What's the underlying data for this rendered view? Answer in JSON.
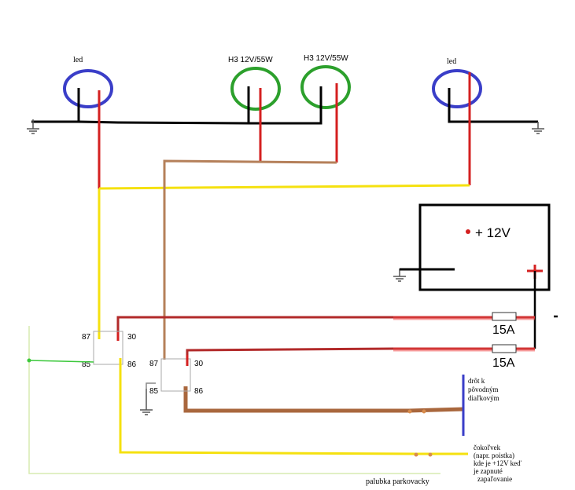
{
  "lamps": {
    "left_led": "led",
    "h3_left": "H3 12V/55W",
    "h3_right": "H3 12V/55W",
    "right_led": "led"
  },
  "battery": {
    "label": "+ 12V"
  },
  "fuses": {
    "top": "15A",
    "bottom": "15A"
  },
  "relay_left": {
    "pin87": "87",
    "pin30": "30",
    "pin85": "85",
    "pin86": "86"
  },
  "relay_right": {
    "pin87": "87",
    "pin30": "30",
    "pin85": "85",
    "pin86": "86"
  },
  "notes": {
    "highbeam_line1": "drôt k",
    "highbeam_line2": "pôvodným",
    "highbeam_line3": "diaľkovým",
    "ignition_line1": "čokoľvek",
    "ignition_line2": "(napr. poistka)",
    "ignition_line3": "kde je +12V keď",
    "ignition_line4": "je zapnuté",
    "ignition_line5": "zapaľovanie",
    "dashboard": "palubka parkovacky"
  },
  "colors": {
    "black": "#000000",
    "red": "#d42020",
    "dark_red": "#b22a2a",
    "yellow": "#f5e10f",
    "brown": "#b5805a",
    "green": "#3cc83c",
    "light_green": "#d7ecb0",
    "blue": "#3a3ec8",
    "lamp_green": "#2ca02c"
  }
}
